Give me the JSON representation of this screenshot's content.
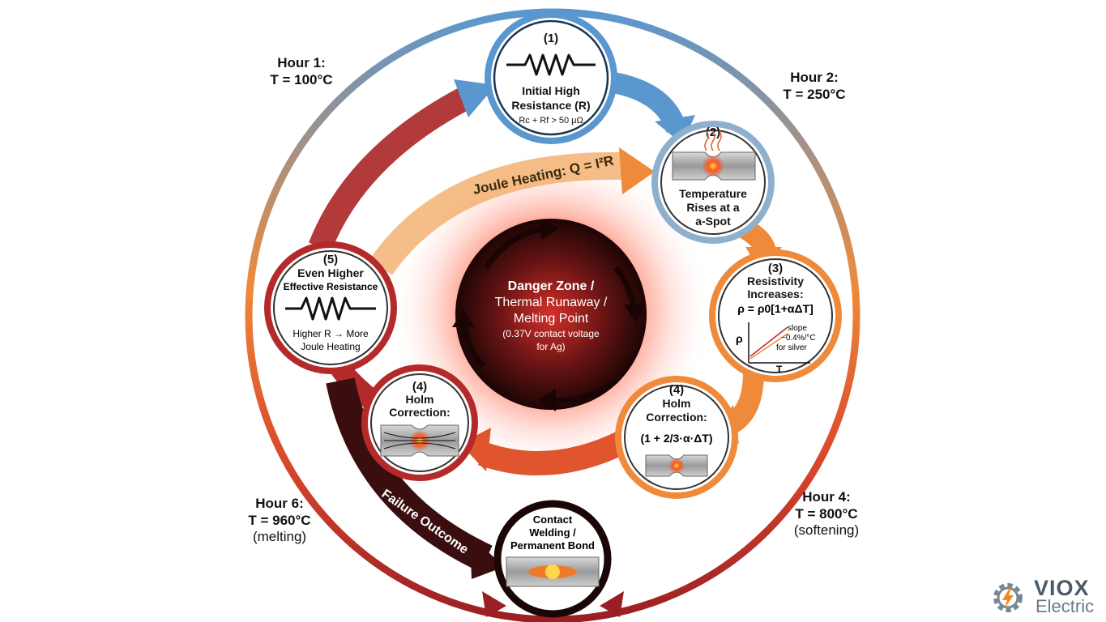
{
  "hours": [
    {
      "label": "Hour 1:",
      "temp": "T = 100°C",
      "note": ""
    },
    {
      "label": "Hour 2:",
      "temp": "T = 250°C",
      "note": ""
    },
    {
      "label": "Hour 4:",
      "temp": "T = 800°C",
      "note": "(softening)"
    },
    {
      "label": "Hour 6:",
      "temp": "T = 960°C",
      "note": "(melting)"
    }
  ],
  "stages": [
    {
      "num": "(1)",
      "title": [
        "Initial High",
        "Resistance (R)"
      ],
      "formula": "Rc + Rf > 50 μΩ",
      "icon": "resistor-icon"
    },
    {
      "num": "(2)",
      "title": [
        "Temperature",
        "Rises at a",
        "a-Spot"
      ],
      "icon": "hot-spot-icon"
    },
    {
      "num": "(3)",
      "title": [
        "Resistivity",
        "Increases:"
      ],
      "formula": "ρ = ρ0[1+αΔT]",
      "graph": {
        "ylabel": "ρ",
        "xlabel": "T",
        "annotation": [
          "slope",
          "~0.4%/°C",
          "for silver"
        ]
      }
    },
    {
      "num": "(4)",
      "title": [
        "Holm",
        "Correction:"
      ],
      "formula": "(1 + 2/3·α·ΔT)",
      "icon": "constriction-icon"
    },
    {
      "num": "(4)",
      "title": [
        "Holm",
        "Correction:"
      ],
      "icon": "current-flow-icon"
    },
    {
      "num": "(5)",
      "title": [
        "Even Higher",
        "Effective Resistance"
      ],
      "note": [
        "Higher R → More",
        "Joule Heating"
      ],
      "icon": "resistor-icon"
    },
    {
      "title": [
        "Contact",
        "Welding /",
        "Permanent Bond"
      ],
      "icon": "weld-icon"
    }
  ],
  "labels": {
    "joule": "Joule Heating: Q = I²R",
    "failure": "Failure Outcome"
  },
  "center": {
    "lines": [
      "Danger Zone /",
      "Thermal Runaway /",
      "Melting Point",
      "(0.37V contact voltage",
      "for Ag)"
    ]
  },
  "brand": {
    "name": "VIOX",
    "sub": "Electric"
  },
  "colors": {
    "blue": "#5a97cf",
    "orange": "#ef8a3a",
    "red": "#b42a2a",
    "dark": "#3a0e0e"
  }
}
